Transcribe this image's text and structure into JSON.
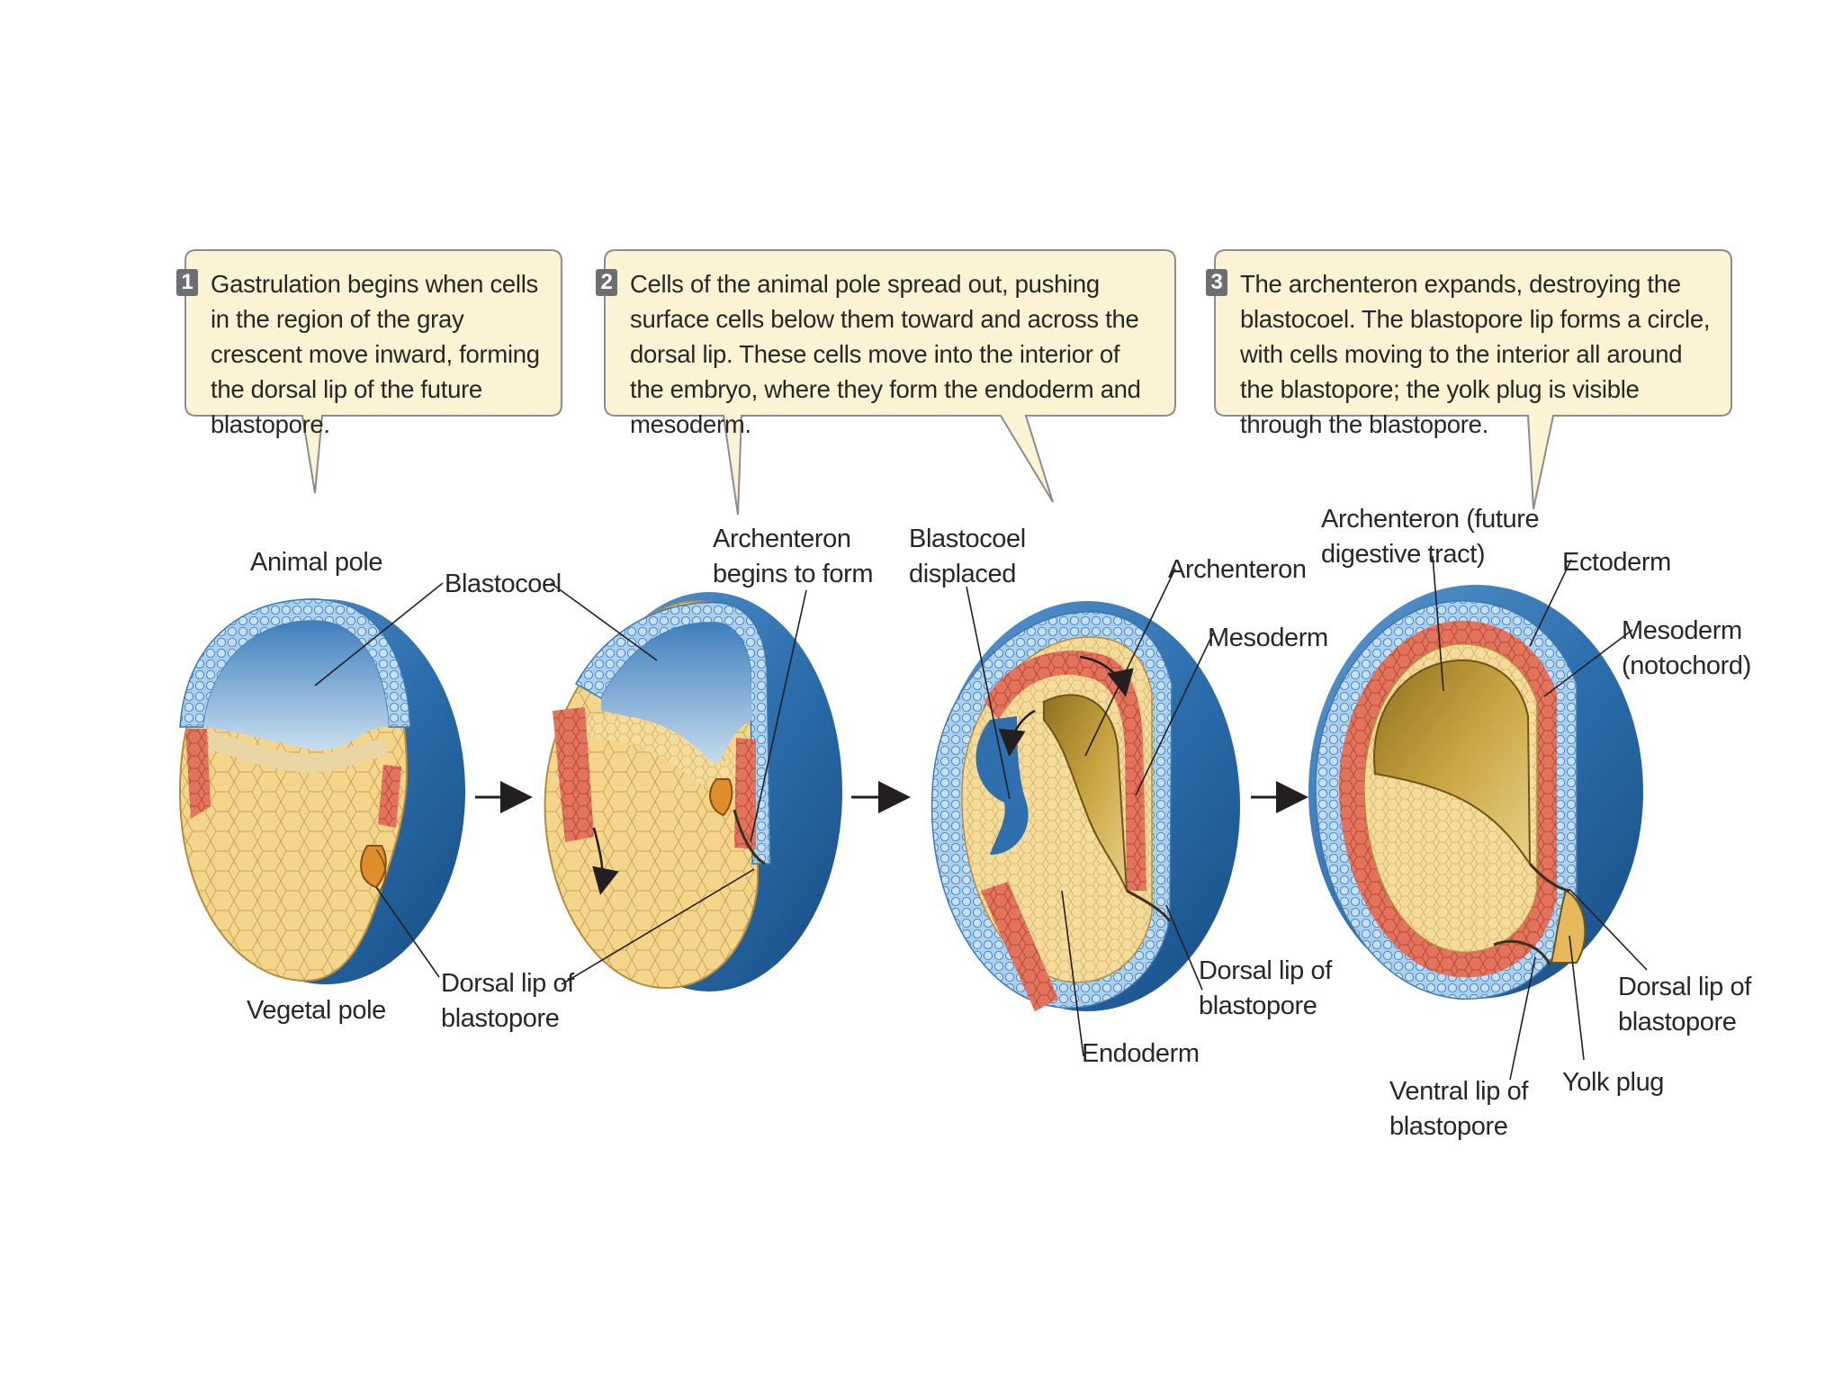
{
  "steps": [
    {
      "number": "1",
      "text": "Gastrulation begins when cells in the region of the gray crescent move inward, forming the dorsal lip of the future blastopore."
    },
    {
      "number": "2",
      "text": "Cells of the animal pole spread out, pushing surface cells below them toward and across the dorsal lip. These cells move into the interior of the embryo, where they form the endoderm and mesoderm."
    },
    {
      "number": "3",
      "text": "The archenteron expands, destroying the blastocoel. The blastopore lip forms a circle, with cells moving to the interior all around the blastopore; the yolk plug is visible through the blastopore."
    }
  ],
  "labels": {
    "animal_pole": "Animal pole",
    "vegetal_pole": "Vegetal pole",
    "blastocoel": "Blastocoel",
    "dorsal_lip_1": [
      "Dorsal lip of",
      "blastopore"
    ],
    "archenteron_begins": [
      "Archenteron",
      "begins to form"
    ],
    "blastocoel_displaced": [
      "Blastocoel",
      "displaced"
    ],
    "archenteron": "Archenteron",
    "mesoderm": "Mesoderm",
    "endoderm": "Endoderm",
    "dorsal_lip_3": [
      "Dorsal lip of",
      "blastopore"
    ],
    "archenteron_future": [
      "Archenteron (future",
      "digestive tract)"
    ],
    "ectoderm": "Ectoderm",
    "mesoderm_notochord": [
      "Mesoderm",
      "(notochord)"
    ],
    "dorsal_lip_4": [
      "Dorsal lip of",
      "blastopore"
    ],
    "ventral_lip": [
      "Ventral lip of",
      "blastopore"
    ],
    "yolk_plug": "Yolk plug"
  },
  "colors": {
    "callout_bg": "#fbf3d4",
    "callout_border": "#8c8c8c",
    "ectoderm_blue": "#9ec8ea",
    "shell_blue": "#2c6fad",
    "shell_blue_dark": "#164f86",
    "blastocoel_blue": "#5a96cc",
    "yolk": "#f4d58a",
    "mesoderm_red": "#e3735c",
    "archenteron_gold": "#b8962f"
  }
}
